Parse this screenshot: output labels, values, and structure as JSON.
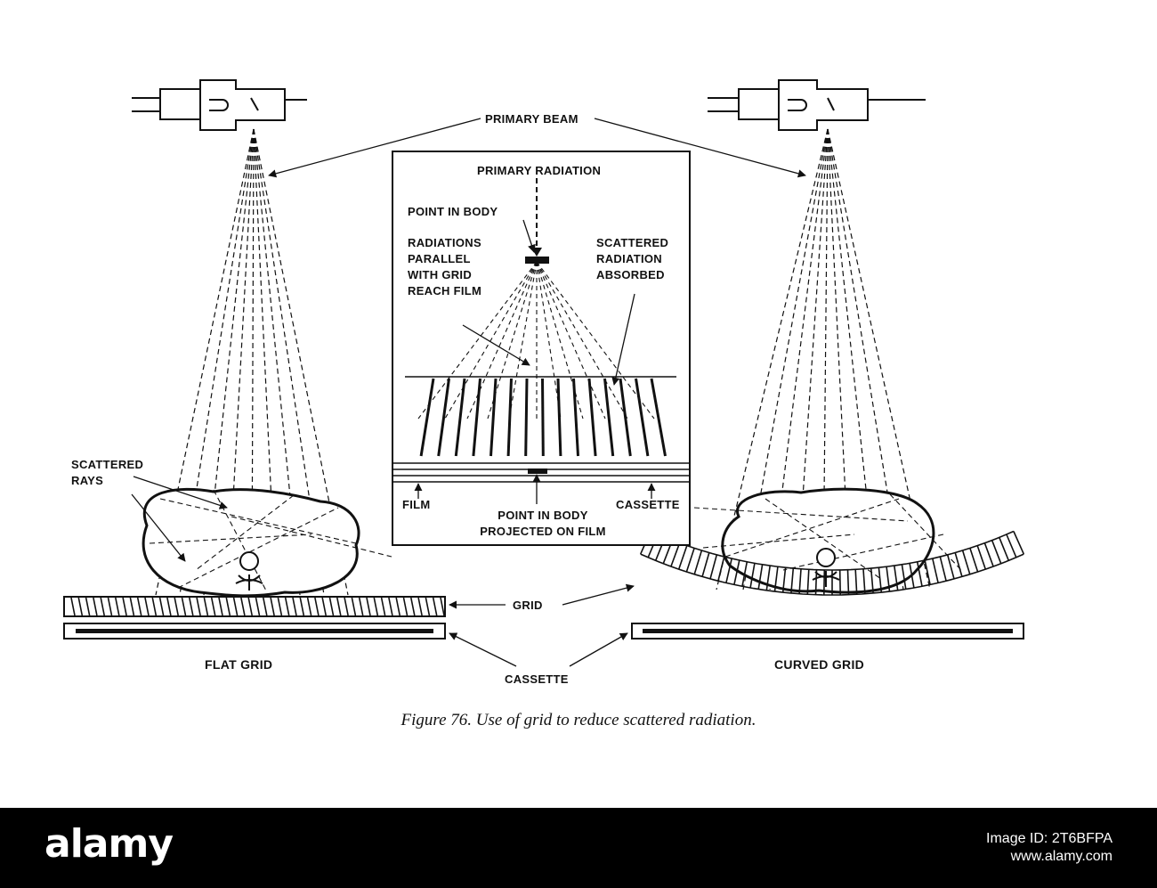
{
  "labels": {
    "primary_beam": "PRIMARY BEAM",
    "primary_radiation": "PRIMARY RADIATION",
    "point_in_body": "POINT IN BODY",
    "radiations_parallel": "RADIATIONS PARALLEL WITH GRID REACH FILM",
    "scattered_absorbed": "SCATTERED RADIATION ABSORBED",
    "film": "FILM",
    "cassette_inset": "CASSETTE",
    "point_projected": "POINT IN BODY PROJECTED ON FILM",
    "scattered_rays": "SCATTERED RAYS",
    "grid": "GRID",
    "cassette": "CASSETTE",
    "flat_grid": "FLAT GRID",
    "curved_grid": "CURVED GRID"
  },
  "caption": "Figure 76. Use of grid to reduce scattered radiation.",
  "watermark": {
    "brand": "alamy",
    "image_id_label": "Image ID: 2T6BFPA",
    "site": "www.alamy.com"
  },
  "colors": {
    "ink": "#111111",
    "banner": "#000000",
    "paper": "#ffffff"
  }
}
